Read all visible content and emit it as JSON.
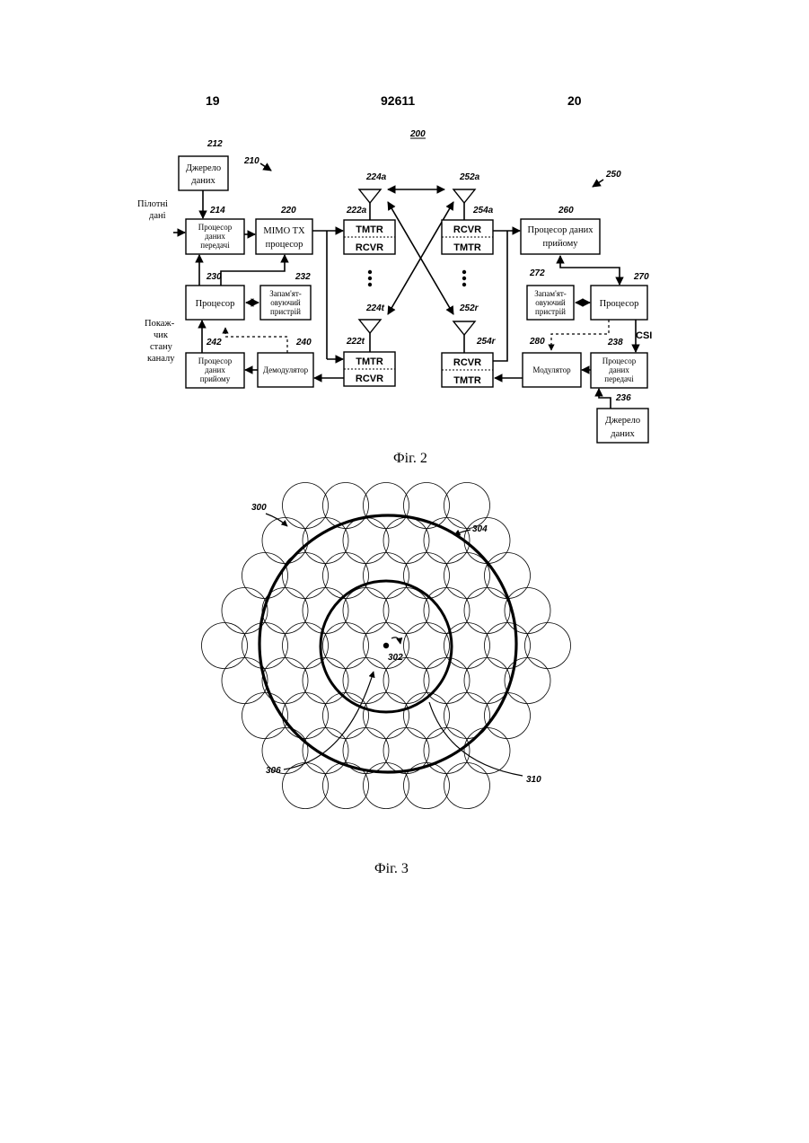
{
  "header": {
    "left_page": "19",
    "patent_number": "92611",
    "right_page": "20"
  },
  "figure2": {
    "system_ref": "200",
    "tx_ref": "210",
    "rx_ref": "250",
    "tx": {
      "data_source": {
        "ref": "212",
        "line1": "Джерело",
        "line2": "даних"
      },
      "pilot_label": {
        "line1": "Пілотні",
        "line2": "дані"
      },
      "tx_data_proc": {
        "ref": "214",
        "line1": "Процесор",
        "line2": "даних",
        "line3": "передачі"
      },
      "mimo_proc": {
        "ref": "220",
        "line1": "MIMO TX",
        "line2": "процесор"
      },
      "processor": {
        "ref": "230",
        "label": "Процесор"
      },
      "memory": {
        "ref": "232",
        "line1": "Запам'ят-",
        "line2": "овуючий",
        "line3": "пристрій"
      },
      "channel_label": {
        "line1": "Покаж-",
        "line2": "чик",
        "line3": "стану",
        "line4": "каналу"
      },
      "rx_data_proc": {
        "ref": "242",
        "line1": "Процесор",
        "line2": "даних",
        "line3": "прийому"
      },
      "demod": {
        "ref": "240",
        "label": "Демодулятор"
      },
      "trx_a": {
        "ref": "222a",
        "top": "TMTR",
        "bottom": "RCVR"
      },
      "trx_t": {
        "ref": "222t",
        "top": "TMTR",
        "bottom": "RCVR"
      },
      "ant_a": "224a",
      "ant_t": "224t"
    },
    "rx": {
      "trx_a": {
        "ref": "254a",
        "top": "RCVR",
        "bottom": "TMTR"
      },
      "trx_r": {
        "ref": "254r",
        "top": "RCVR",
        "bottom": "TMTR"
      },
      "ant_a": "252a",
      "ant_r": "252r",
      "rx_data_proc": {
        "ref": "260",
        "line1": "Процесор даних",
        "line2": "прийому"
      },
      "memory": {
        "ref": "272",
        "line1": "Запам'ят-",
        "line2": "овуючий",
        "line3": "пристрій"
      },
      "processor": {
        "ref": "270",
        "label": "Процесор"
      },
      "csi": "CSI",
      "modulator": {
        "ref": "280",
        "label": "Модулятор"
      },
      "tx_data_proc": {
        "ref": "238",
        "line1": "Процесор",
        "line2": "даних",
        "line3": "передачі"
      },
      "data_source": {
        "ref": "236",
        "line1": "Джерело",
        "line2": "даних"
      }
    },
    "caption": "Фіг. 2"
  },
  "figure3": {
    "refs": {
      "system": "300",
      "outer_ring": "304",
      "center": "302",
      "inner_ring": "306",
      "cell": "310"
    },
    "caption": "Фіг. 3"
  }
}
